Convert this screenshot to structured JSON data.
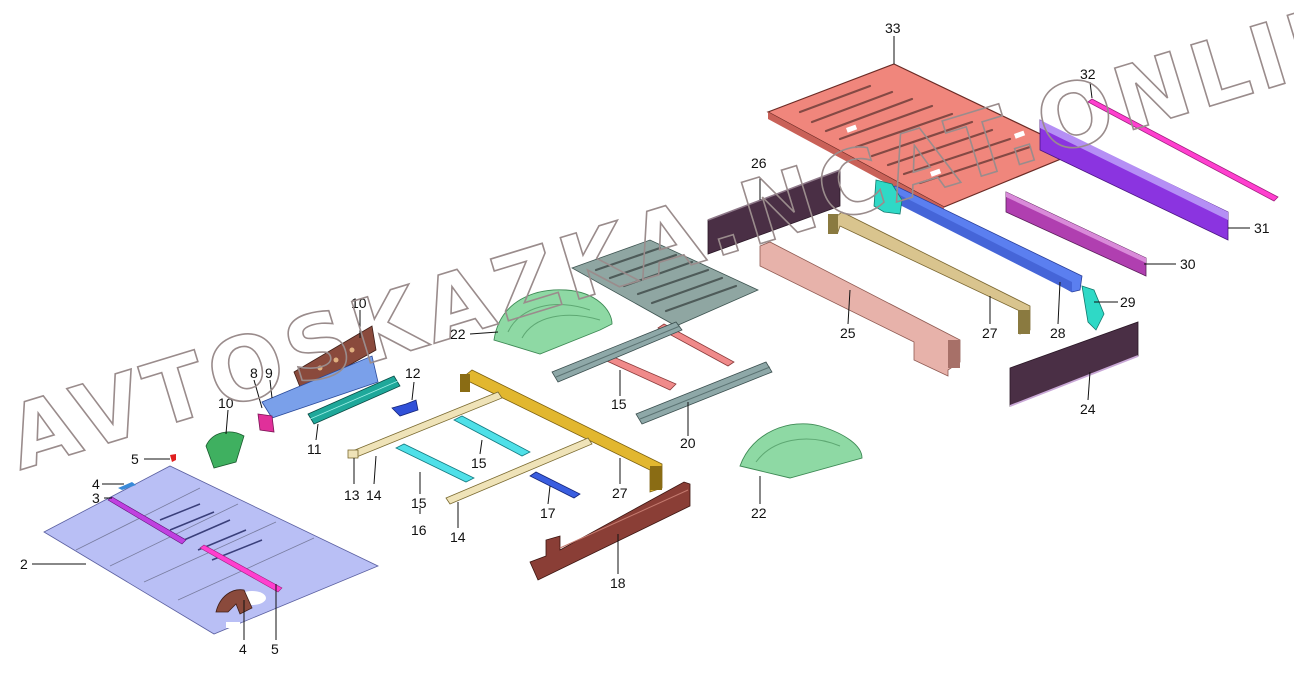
{
  "watermark": {
    "text": "AVTOSKAZKA.NCAT.ONLINE",
    "color": "#9a8c8c"
  },
  "callouts": {
    "c2": "2",
    "c3": "3",
    "c4a": "4",
    "c4b": "4",
    "c5a": "5",
    "c5b": "5",
    "c8": "8",
    "c9": "9",
    "c10a": "10",
    "c10b": "10",
    "c11": "11",
    "c12": "12",
    "c13": "13",
    "c14a": "14",
    "c14b": "14",
    "c15a": "15",
    "c15b": "15",
    "c15c": "15",
    "c16": "16",
    "c17": "17",
    "c18": "18",
    "c20": "20",
    "c22a": "22",
    "c22b": "22",
    "c24": "24",
    "c25": "25",
    "c26": "26",
    "c27a": "27",
    "c27b": "27",
    "c28": "28",
    "c29": "29",
    "c30": "30",
    "c31": "31",
    "c32": "32",
    "c33": "33"
  },
  "part_colors": {
    "floor_front": "#b9bff5",
    "floor_rear": "#f0867c",
    "floor_mid": "#8fa6a2",
    "dark_panel": "#4a2f45",
    "yellow_frame": "#e2b72f",
    "tan_frame": "#d9c48e",
    "pink_panel": "#e7b2aa",
    "blue_rail": "#5b7ff0",
    "purple_rail": "#8b34e0",
    "magenta_rail": "#b03fb0",
    "pink_rail": "#ff3fcf",
    "teal_part": "#2fd9c6",
    "cyan_part": "#4fe0e8",
    "green_arch": "#8ed9a4",
    "brown_part": "#8a4a3c",
    "salmon_part": "#f08a8a",
    "steel_part": "#8ea8a8"
  }
}
